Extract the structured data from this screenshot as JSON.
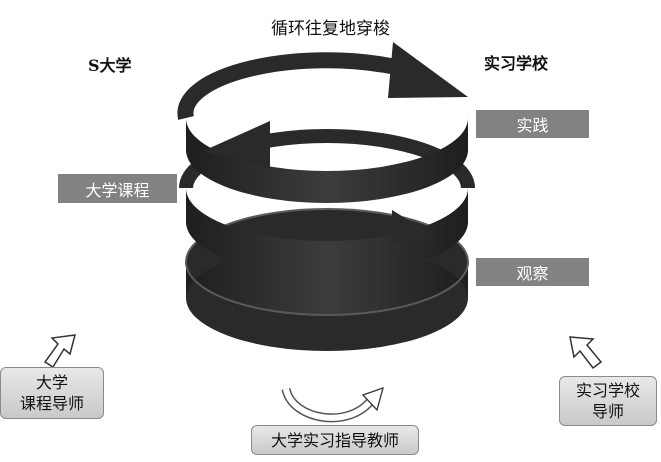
{
  "title": "循环往复地穿梭",
  "left_heading": "S大学",
  "right_heading": "实习学校",
  "bars": {
    "practice": "实践",
    "university_course": "大学课程",
    "observation": "观察"
  },
  "boxes": {
    "university_mentor": [
      "大学",
      "课程导师"
    ],
    "school_mentor": [
      "实习学校",
      "导师"
    ],
    "supervisor": "大学实习指导教师"
  },
  "colors": {
    "spiral_top": "#4a4a4a",
    "spiral_side": "#222222",
    "bar_fill": "#828282",
    "box_fill": "#d6d6d6"
  }
}
